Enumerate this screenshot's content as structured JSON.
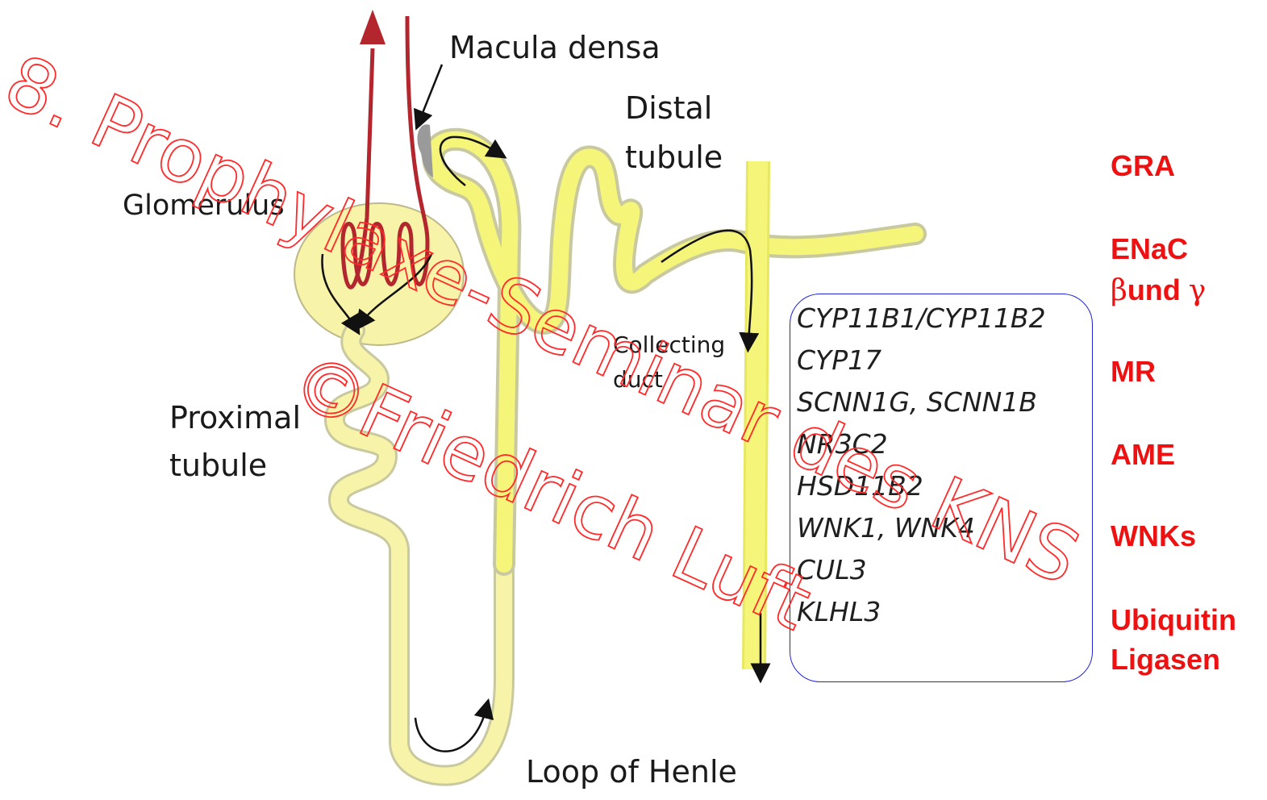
{
  "labels": {
    "macula_densa": "Macula densa",
    "distal_tubule_1": "Distal",
    "distal_tubule_2": "tubule",
    "glomerulus": "Glomerulus",
    "collecting_duct_1": "Collecting",
    "collecting_duct_2": "duct",
    "proximal_tubule_1": "Proximal",
    "proximal_tubule_2": "tubule",
    "loop_of_henle": "Loop of Henle"
  },
  "genes": [
    "CYP11B1/CYP11B2",
    "CYP17",
    "SCNN1G, SCNN1B",
    "NR3C2",
    "HSD11B2",
    "WNK1, WNK4",
    "CUL3",
    "KLHL3"
  ],
  "diseases": {
    "gra": "GRA",
    "enac_1": "ENaC",
    "enac_beta": "β",
    "enac_und": "und ",
    "enac_gamma": "γ",
    "mr": "MR",
    "ame": "AME",
    "wnks": "WNKs",
    "ubiquitin_1": "Ubiquitin",
    "ubiquitin_2": "Ligasen"
  },
  "watermark": {
    "line1": "8. Prophylaxe-Seminar des KNS",
    "line2": "©Friedrich Luft"
  },
  "colors": {
    "tubule_fill": "#f5f57a",
    "tubule_outline": "#c9c9a0",
    "capillary": "#b3262e",
    "capsule": "#f7f3a8",
    "box_border": "#1f22d8",
    "disease_text": "#ee1111",
    "watermark": "#ff2a2a"
  }
}
